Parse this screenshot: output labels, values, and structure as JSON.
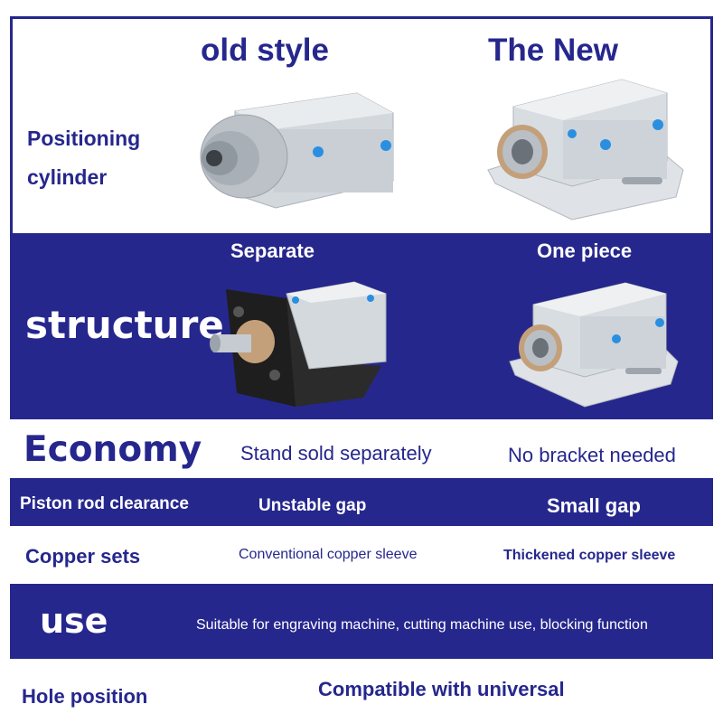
{
  "header": {
    "old_label": "old style",
    "new_label": "The New"
  },
  "rows": {
    "positioning": {
      "label_line1": "Positioning",
      "label_line2": "cylinder"
    },
    "structure": {
      "label": "structure",
      "old_value": "Separate",
      "new_value": "One piece"
    },
    "economy": {
      "label": "Economy",
      "old_value": "Stand sold separately",
      "new_value": "No bracket needed"
    },
    "clearance": {
      "label": "Piston rod clearance",
      "old_value": "Unstable gap",
      "new_value": "Small gap"
    },
    "copper": {
      "label": "Copper sets",
      "old_value": "Conventional copper sleeve",
      "new_value": "Thickened copper sleeve"
    },
    "use": {
      "label": "use",
      "value": "Suitable for engraving machine, cutting machine use, blocking function"
    },
    "hole": {
      "label": "Hole position",
      "value": "Compatible with universal"
    }
  },
  "colors": {
    "navy": "#26278d",
    "white": "#ffffff",
    "aluminum": "#d6dbe0",
    "port_blue": "#2a8fe0",
    "bracket_black": "#1e1e1e"
  }
}
